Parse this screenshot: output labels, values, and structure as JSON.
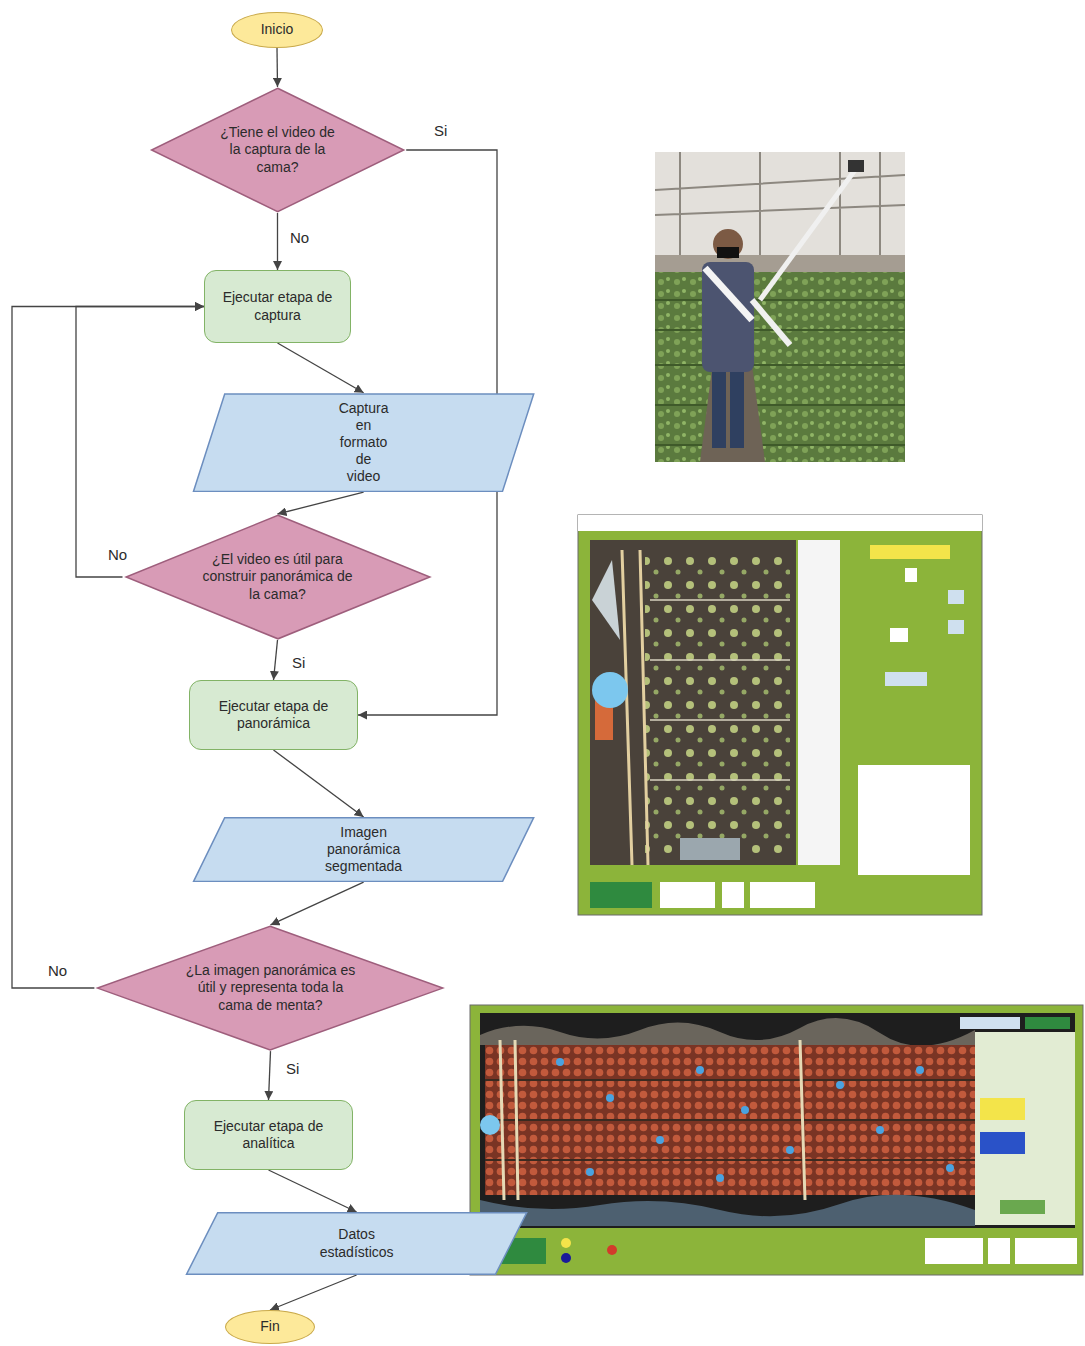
{
  "diagram": {
    "nodes": [
      {
        "text": [
          "Inicio"
        ]
      },
      {
        "text": [
          "¿Tiene el video de la captura de la cama?"
        ]
      },
      {
        "text": [
          "Ejecutar etapa de captura"
        ]
      },
      {
        "text": [
          "Captura en formato de video"
        ]
      },
      {
        "text": [
          "¿El video es útil para construir panorámica de la cama?"
        ]
      },
      {
        "text": [
          "Ejecutar etapa de panorámica"
        ]
      },
      {
        "text": [
          "Imagen panorámica segmentada"
        ]
      },
      {
        "text": [
          "¿La imagen panorámica es útil y representa toda la cama de menta?"
        ]
      },
      {
        "text": [
          "Ejecutar etapa de analítica"
        ]
      },
      {
        "text": [
          "Datos estadísticos"
        ]
      },
      {
        "text": [
          "Fin"
        ]
      }
    ],
    "edges": [
      {
        "from": 0,
        "to": 1,
        "arrow": "to"
      },
      {
        "from": 1,
        "to": 2,
        "label": "No",
        "arrow": "to"
      },
      {
        "from": 1,
        "to": 5,
        "label": "Si",
        "arrow": "to"
      },
      {
        "from": 2,
        "to": 3,
        "arrow": "to"
      },
      {
        "from": 3,
        "to": 4,
        "arrow": "to"
      },
      {
        "from": 4,
        "to": 2,
        "label": "No",
        "arrow": "to"
      },
      {
        "from": 4,
        "to": 5,
        "label": "Si",
        "arrow": "to"
      },
      {
        "from": 5,
        "to": 6,
        "arrow": "to"
      },
      {
        "from": 6,
        "to": 7,
        "arrow": "to"
      },
      {
        "from": 7,
        "to": 2,
        "label": "No",
        "arrow": "to"
      },
      {
        "from": 7,
        "to": 8,
        "label": "Si",
        "arrow": "to"
      },
      {
        "from": 8,
        "to": 9,
        "arrow": "to"
      },
      {
        "from": 9,
        "to": 10,
        "arrow": "to"
      }
    ]
  }
}
